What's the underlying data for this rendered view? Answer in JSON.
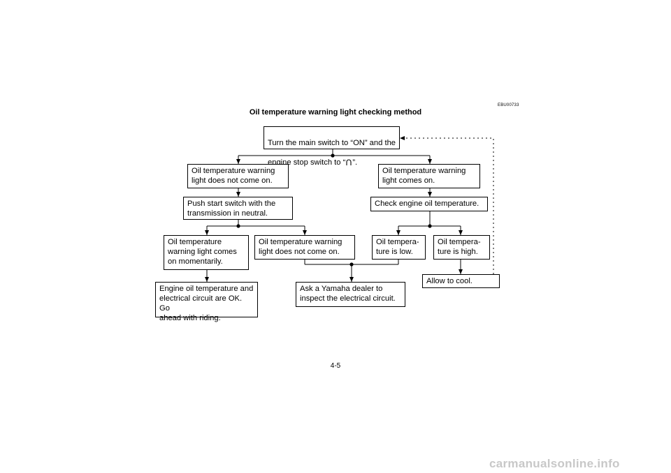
{
  "document": {
    "code": "EBU00733",
    "title": "Oil temperature warning light checking method",
    "page_number": "4-5",
    "watermark": "carmanualsonline.info"
  },
  "flowchart": {
    "start": {
      "line1": "Turn  the main switch to “ON” and the",
      "line2_prefix": "engine stop switch to “",
      "line2_suffix": "”.",
      "icon": "engine-run-icon"
    },
    "no_light": "Oil temperature warning\nlight does not come on.",
    "light_on": "Oil temperature warning\nlight comes on.",
    "push_start": "Push start switch with the\ntransmission in neutral.",
    "check_temp": "Check engine oil temperature.",
    "momentary": "Oil temperature\nwarning light comes\non momentarily.",
    "not_on": "Oil temperature warning\nlight does not come on.",
    "temp_low": "Oil tempera-\nture is low.",
    "temp_high": "Oil tempera-\nture is high.",
    "ok": "Engine oil temperature and\nelectrical circuit are OK. Go\nahead with riding.",
    "dealer": "Ask a Yamaha dealer to\ninspect the electrical circuit.",
    "cool": "Allow to cool."
  }
}
